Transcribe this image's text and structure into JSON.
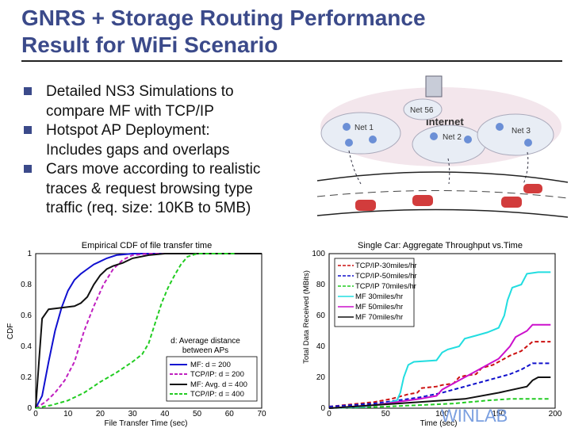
{
  "slide": {
    "title_line1": "GNRS + Storage Routing Performance",
    "title_line2": "Result for WiFi Scenario",
    "bullets": [
      {
        "text_lines": [
          "Detailed NS3 Simulations to",
          "compare MF with TCP/IP"
        ]
      },
      {
        "text_lines": [
          "Hotspot AP Deployment:",
          "Includes gaps and overlaps"
        ]
      },
      {
        "text_lines": [
          "Cars move according to realistic",
          "traces & request browsing type",
          "traffic (req. size: 10KB to 5MB)"
        ]
      }
    ],
    "watermark": "WINLAB"
  },
  "diagram": {
    "cloud_label": "Internet",
    "nets": [
      "Net 56",
      "Net 1",
      "Net 2",
      "Net 3"
    ]
  },
  "chart_data": [
    {
      "type": "line",
      "title": "Empirical CDF of file transfer time",
      "xlabel": "File Transfer Time (sec)",
      "ylabel": "CDF",
      "xlim": [
        0,
        70
      ],
      "ylim": [
        0,
        1
      ],
      "xticks": [
        "0",
        "10",
        "20",
        "30",
        "40",
        "50",
        "60",
        "70"
      ],
      "yticks": [
        "0",
        "0.2",
        "0.4",
        "0.6",
        "0.8",
        "1"
      ],
      "annotation_lines": [
        "d: Average distance",
        "between APs"
      ],
      "legend_position": "bottom-right",
      "series": [
        {
          "name": "MF: d = 200",
          "color": "#1010d0",
          "dash": "solid",
          "points": [
            [
              0,
              0
            ],
            [
              2,
              0.08
            ],
            [
              4,
              0.3
            ],
            [
              6,
              0.5
            ],
            [
              8,
              0.65
            ],
            [
              10,
              0.76
            ],
            [
              12,
              0.83
            ],
            [
              14,
              0.87
            ],
            [
              16,
              0.9
            ],
            [
              18,
              0.93
            ],
            [
              20,
              0.95
            ],
            [
              22,
              0.97
            ],
            [
              25,
              0.99
            ],
            [
              30,
              1.0
            ],
            [
              70,
              1.0
            ]
          ]
        },
        {
          "name": "TCP/IP: d = 200",
          "color": "#c020c0",
          "dash": "dashed",
          "points": [
            [
              0,
              0
            ],
            [
              3,
              0.04
            ],
            [
              6,
              0.1
            ],
            [
              9,
              0.18
            ],
            [
              12,
              0.3
            ],
            [
              15,
              0.5
            ],
            [
              18,
              0.66
            ],
            [
              21,
              0.8
            ],
            [
              24,
              0.9
            ],
            [
              27,
              0.96
            ],
            [
              30,
              0.99
            ],
            [
              35,
              1.0
            ],
            [
              70,
              1.0
            ]
          ]
        },
        {
          "name": "MF: Avg. d = 400",
          "color": "#111111",
          "dash": "solid",
          "points": [
            [
              0,
              0
            ],
            [
              1,
              0.3
            ],
            [
              2,
              0.58
            ],
            [
              4,
              0.64
            ],
            [
              8,
              0.65
            ],
            [
              12,
              0.66
            ],
            [
              14,
              0.68
            ],
            [
              16,
              0.72
            ],
            [
              18,
              0.8
            ],
            [
              20,
              0.86
            ],
            [
              22,
              0.9
            ],
            [
              24,
              0.92
            ],
            [
              27,
              0.94
            ],
            [
              30,
              0.97
            ],
            [
              35,
              0.99
            ],
            [
              40,
              1.0
            ],
            [
              70,
              1.0
            ]
          ]
        },
        {
          "name": "TCP/IP: d = 400",
          "color": "#22cc22",
          "dash": "dashed",
          "points": [
            [
              0,
              0
            ],
            [
              5,
              0.02
            ],
            [
              10,
              0.05
            ],
            [
              15,
              0.1
            ],
            [
              20,
              0.17
            ],
            [
              25,
              0.23
            ],
            [
              30,
              0.3
            ],
            [
              33,
              0.35
            ],
            [
              35,
              0.42
            ],
            [
              37,
              0.55
            ],
            [
              39,
              0.68
            ],
            [
              41,
              0.78
            ],
            [
              43,
              0.86
            ],
            [
              45,
              0.93
            ],
            [
              47,
              0.98
            ],
            [
              50,
              1.0
            ],
            [
              62,
              1.0
            ]
          ]
        }
      ]
    },
    {
      "type": "line",
      "title": "Single Car: Aggregate Throughput vs.Time",
      "xlabel": "Time (sec)",
      "ylabel": "Total Data Received (MBits)",
      "xlim": [
        0,
        200
      ],
      "ylim": [
        0,
        100
      ],
      "xticks": [
        "0",
        "50",
        "100",
        "150",
        "200"
      ],
      "yticks": [
        "0",
        "20",
        "40",
        "60",
        "80",
        "100"
      ],
      "legend_position": "top-left",
      "series": [
        {
          "name": "TCP/IP-30miles/hr",
          "color": "#cc1010",
          "dash": "dashed",
          "points": [
            [
              0,
              1
            ],
            [
              40,
              4
            ],
            [
              55,
              6
            ],
            [
              70,
              9
            ],
            [
              78,
              10
            ],
            [
              82,
              13
            ],
            [
              95,
              14
            ],
            [
              100,
              15
            ],
            [
              110,
              16
            ],
            [
              115,
              20
            ],
            [
              120,
              21
            ],
            [
              130,
              22
            ],
            [
              135,
              26
            ],
            [
              145,
              28
            ],
            [
              155,
              32
            ],
            [
              160,
              34
            ],
            [
              170,
              37
            ],
            [
              180,
              43
            ],
            [
              196,
              43
            ]
          ]
        },
        {
          "name": "TCP/IP-50miles/hr",
          "color": "#1010cc",
          "dash": "dashed",
          "points": [
            [
              0,
              1
            ],
            [
              40,
              3
            ],
            [
              60,
              5
            ],
            [
              80,
              7
            ],
            [
              100,
              10
            ],
            [
              110,
              12
            ],
            [
              120,
              14
            ],
            [
              135,
              17
            ],
            [
              150,
              20
            ],
            [
              160,
              22
            ],
            [
              170,
              25
            ],
            [
              180,
              29
            ],
            [
              196,
              29
            ]
          ]
        },
        {
          "name": "TCP/IP 70miles/hr",
          "color": "#22cc22",
          "dash": "dashed",
          "points": [
            [
              0,
              0
            ],
            [
              50,
              1
            ],
            [
              80,
              2
            ],
            [
              110,
              3
            ],
            [
              140,
              5
            ],
            [
              160,
              6
            ],
            [
              180,
              6
            ],
            [
              196,
              6
            ]
          ]
        },
        {
          "name": "MF 30miles/hr",
          "color": "#22dde0",
          "dash": "solid",
          "points": [
            [
              0,
              0
            ],
            [
              30,
              1
            ],
            [
              50,
              3
            ],
            [
              60,
              5
            ],
            [
              63,
              10
            ],
            [
              66,
              20
            ],
            [
              70,
              28
            ],
            [
              75,
              30
            ],
            [
              95,
              31
            ],
            [
              100,
              36
            ],
            [
              105,
              38
            ],
            [
              115,
              40
            ],
            [
              120,
              45
            ],
            [
              130,
              47
            ],
            [
              140,
              49
            ],
            [
              150,
              52
            ],
            [
              155,
              60
            ],
            [
              158,
              70
            ],
            [
              162,
              78
            ],
            [
              170,
              80
            ],
            [
              175,
              87
            ],
            [
              185,
              88
            ],
            [
              196,
              88
            ]
          ]
        },
        {
          "name": "MF 50miles/hr",
          "color": "#cc10cc",
          "dash": "solid",
          "points": [
            [
              0,
              0
            ],
            [
              40,
              2
            ],
            [
              60,
              4
            ],
            [
              80,
              6
            ],
            [
              95,
              8
            ],
            [
              100,
              12
            ],
            [
              110,
              16
            ],
            [
              120,
              20
            ],
            [
              130,
              24
            ],
            [
              140,
              28
            ],
            [
              150,
              32
            ],
            [
              160,
              40
            ],
            [
              165,
              46
            ],
            [
              175,
              50
            ],
            [
              180,
              54
            ],
            [
              196,
              54
            ]
          ]
        },
        {
          "name": "MF 70miles/hr",
          "color": "#111111",
          "dash": "solid",
          "points": [
            [
              0,
              0
            ],
            [
              40,
              2
            ],
            [
              80,
              4
            ],
            [
              120,
              6
            ],
            [
              150,
              10
            ],
            [
              175,
              14
            ],
            [
              180,
              18
            ],
            [
              185,
              20
            ],
            [
              196,
              20
            ]
          ]
        }
      ]
    }
  ]
}
